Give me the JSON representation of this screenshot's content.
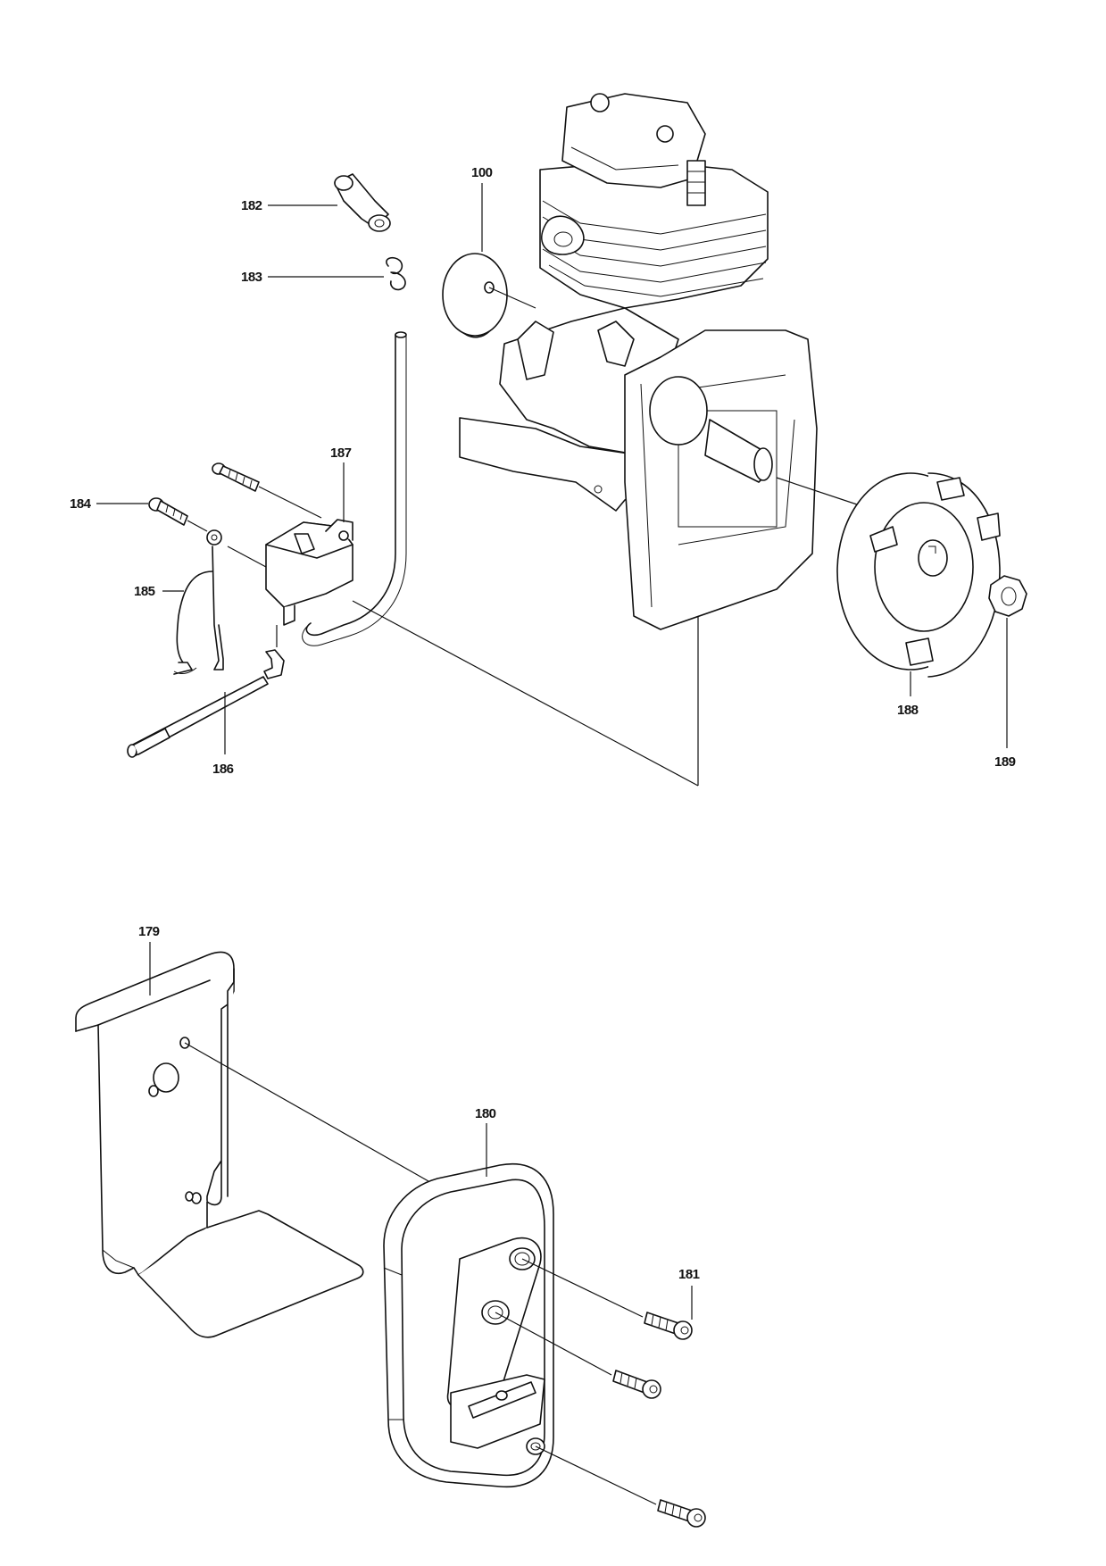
{
  "diagram": {
    "labels": {
      "p100": "100",
      "p179": "179",
      "p180": "180",
      "p181": "181",
      "p182": "182",
      "p183": "183",
      "p184": "184",
      "p185": "185",
      "p186": "186",
      "p187": "187",
      "p188": "188",
      "p189": "189"
    }
  }
}
